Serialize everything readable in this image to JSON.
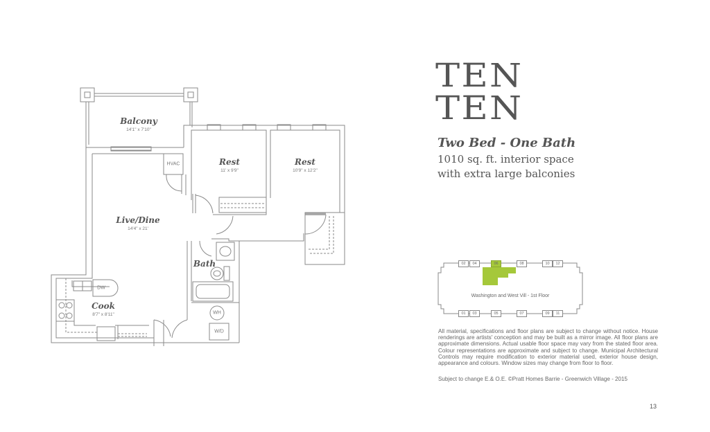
{
  "document": {
    "title_lines": [
      "TEN",
      "TEN"
    ],
    "subtitle": "Two Bed - One Bath",
    "description_lines": [
      "1010 sq. ft. interior space",
      "with extra large balconies"
    ],
    "page_number": "13"
  },
  "floor_plan": {
    "rooms": [
      {
        "name": "Balcony",
        "dimensions": "14'1\" x 7'10\""
      },
      {
        "name": "Rest",
        "dimensions": "11' x 9'9\""
      },
      {
        "name": "Rest",
        "dimensions": "10'9\" x 12'2\""
      },
      {
        "name": "Live/Dine",
        "dimensions": "14'4\" x 21'"
      },
      {
        "name": "Bath",
        "dimensions": ""
      },
      {
        "name": "Cook",
        "dimensions": "8'7\" x 8'11\""
      }
    ],
    "fixtures": {
      "hvac": "HVAC",
      "dishwasher": "DW",
      "water_heater": "WH",
      "washer_dryer": "W/D"
    }
  },
  "key_plan": {
    "caption": "Washington and West Vill - 1st Floor",
    "highlight_color": "#a5c83a",
    "top_units": [
      "02",
      "04",
      "06",
      "08",
      "10",
      "12"
    ],
    "bottom_units": [
      "01",
      "03",
      "05",
      "07",
      "09",
      "11"
    ],
    "selected_unit": "06"
  },
  "disclaimer": {
    "body": "All material, specifications and floor plans are subject to change without notice. House renderings are artists' conception and may be built as a mirror image. All floor plans are approximate dimensions. Actual usable floor space may vary from the stated floor area. Colour representations are approximate and subject to change. Municipal Architectural Controls may require modification to exterior material used, exterior house design, appearance and colours. Window sizes may change from floor to floor.",
    "footer": "Subject to change E.& O.E. ©Pratt Homes Barrie - Greenwich Village - 2015"
  }
}
